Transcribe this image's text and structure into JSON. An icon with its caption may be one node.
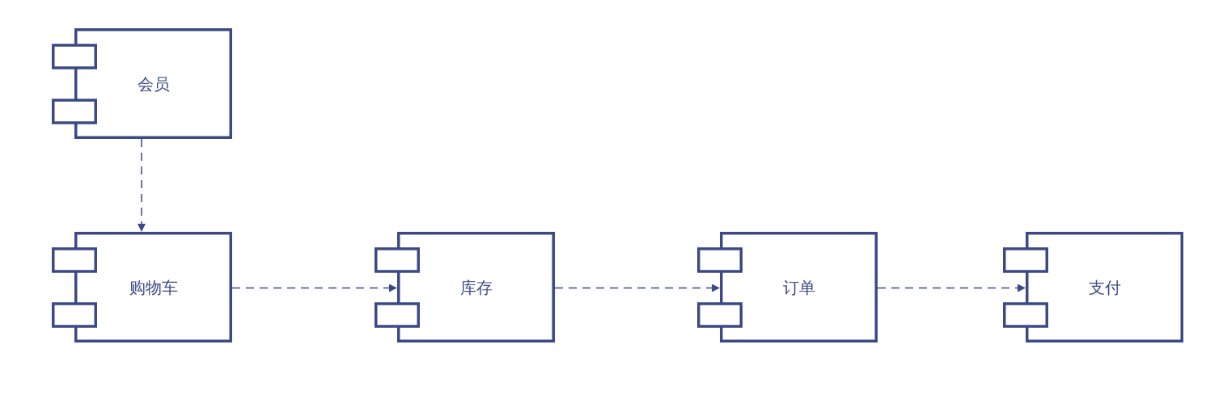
{
  "diagram": {
    "nodes": [
      {
        "text": [
          "会员"
        ]
      },
      {
        "text": [
          "购物车"
        ]
      },
      {
        "text": [
          "库存"
        ]
      },
      {
        "text": [
          "订单"
        ]
      },
      {
        "text": [
          "支付"
        ]
      }
    ],
    "edges": [
      {
        "from": 0,
        "to": 1,
        "arrow": "to",
        "style": "dashed"
      },
      {
        "from": 1,
        "to": 2,
        "arrow": "to",
        "style": "dashed"
      },
      {
        "from": 2,
        "to": 3,
        "arrow": "to",
        "style": "dashed"
      },
      {
        "from": 3,
        "to": 4,
        "arrow": "to",
        "style": "dashed"
      }
    ]
  }
}
